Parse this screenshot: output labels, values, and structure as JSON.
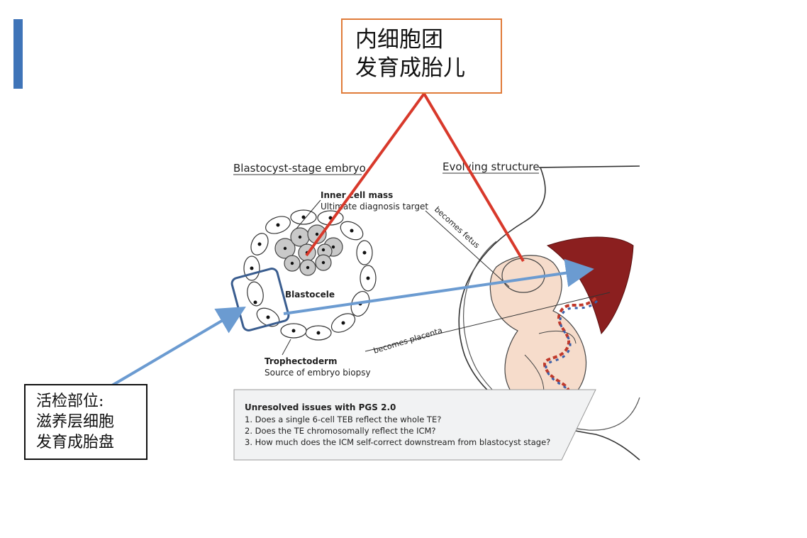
{
  "callouts": {
    "inner_cell_mass": {
      "line1": "内细胞团",
      "line2": "发育成胎儿"
    },
    "biopsy_site": {
      "line1": "活检部位:",
      "line2": "滋养层细胞",
      "line3": "发育成胎盘"
    }
  },
  "figure": {
    "embryo_title": "Blastocyst-stage embryo",
    "structure_title": "Evolving structure",
    "icm_label": "Inner cell mass",
    "icm_sub": "Ultimate diagnosis target",
    "blastocele_label": "Blastocele",
    "trophectoderm_label": "Trophectoderm",
    "trophectoderm_sub": "Source of embryo biopsy",
    "becomes_fetus": "becomes fetus",
    "becomes_placenta": "becomes placenta",
    "issues": {
      "title": "Unresolved issues with PGS 2.0",
      "items": [
        "1. Does a single 6-cell TEB reflect the whole TE?",
        "2. Does the TE chromosomally reflect the ICM?",
        "3. How much does the ICM self-correct downstream from blastocyst stage?"
      ]
    }
  },
  "colors": {
    "accent_bar": "#3f74b8",
    "red_pointer": "#d8392b",
    "blue_arrow": "#6b9bd1",
    "highlight_box": "#3a5d8f",
    "top_callout_border": "#e07b39",
    "icm_cell": "#c9c9c9",
    "placenta": "#8b1f1f",
    "fetus_skin": "#f6dccb"
  }
}
